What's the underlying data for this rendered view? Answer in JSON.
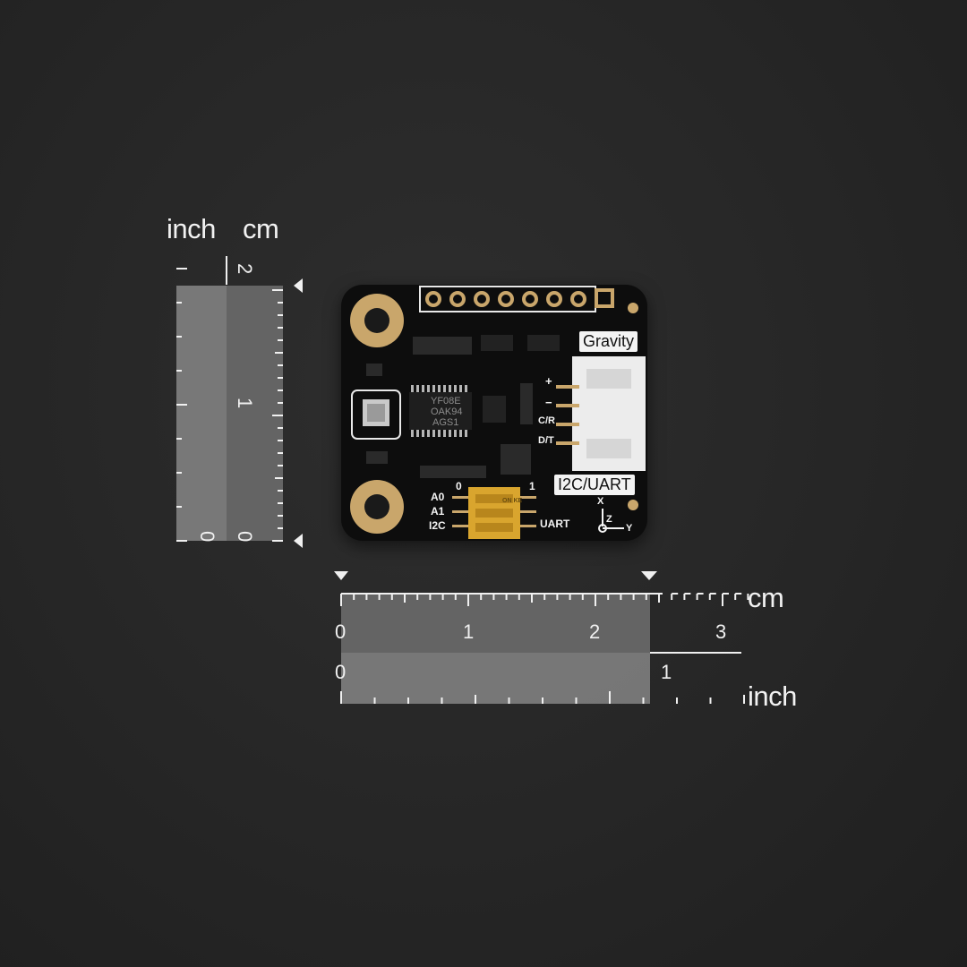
{
  "colors": {
    "background": "#262626",
    "board": "#0d0d0d",
    "silkscreen": "#f4f4f4",
    "gold": "#c9a66b",
    "dip_switch": "#d9a52e",
    "connector": "#ececec"
  },
  "vertical_ruler": {
    "inch_label": "inch",
    "cm_label": "cm",
    "inch_ticks": [
      "0"
    ],
    "cm_ticks": [
      "0",
      "1",
      "2"
    ]
  },
  "horizontal_ruler": {
    "cm_label": "cm",
    "inch_label": "inch",
    "cm_ticks": [
      "0",
      "1",
      "2",
      "3"
    ],
    "inch_ticks": [
      "0",
      "1"
    ]
  },
  "board": {
    "gravity_label": "Gravity",
    "interface_label": "I2C/UART",
    "pins": [
      "+",
      "−",
      "C/R",
      "D/T"
    ],
    "addr_labels": [
      "A0",
      "A1",
      "I2C"
    ],
    "switch_zero": "0",
    "switch_one": "1",
    "uart_label": "UART",
    "axis_x": "X",
    "axis_y": "Y",
    "axis_z": "Z",
    "chip_marking": [
      "YF08E",
      "OAK94",
      "AGS1"
    ],
    "switch_marking": "ON KE"
  }
}
